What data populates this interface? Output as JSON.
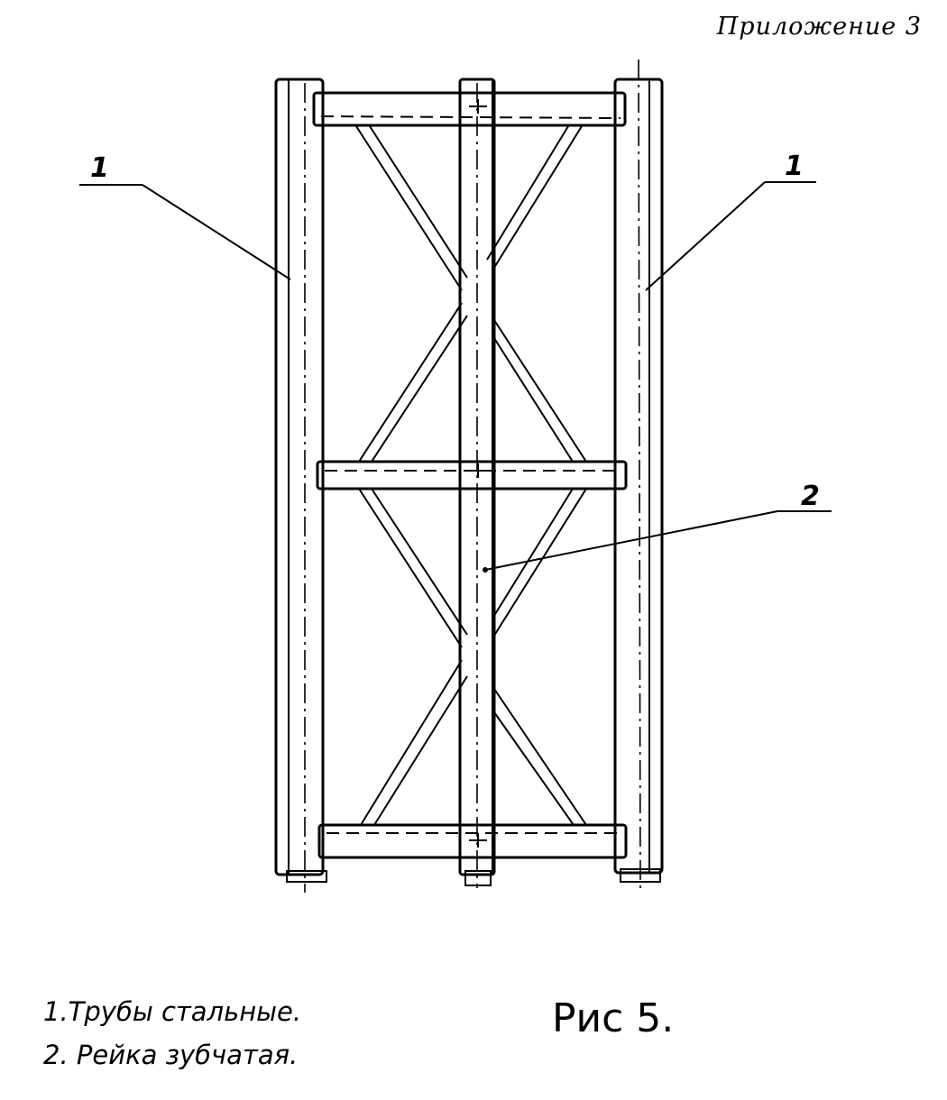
{
  "header": {
    "appendix_label": "Приложение 3"
  },
  "callouts": {
    "left_pipe": "1",
    "right_pipe": "1",
    "rack": "2"
  },
  "legend": {
    "items": [
      "1.Трубы стальные.",
      "2. Рейка зубчатая."
    ]
  },
  "figure": {
    "caption": "Рис 5."
  }
}
